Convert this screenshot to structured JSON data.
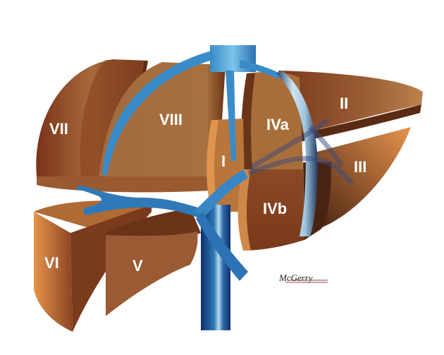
{
  "diagram": {
    "subject": "Liver segments (Couinaud classification) with hepatic and portal veins",
    "segments": [
      {
        "id": "I",
        "label": "I"
      },
      {
        "id": "II",
        "label": "II"
      },
      {
        "id": "III",
        "label": "III"
      },
      {
        "id": "IVa",
        "label": "IVa"
      },
      {
        "id": "IVb",
        "label": "IVb"
      },
      {
        "id": "V",
        "label": "V"
      },
      {
        "id": "VI",
        "label": "VI"
      },
      {
        "id": "VII",
        "label": "VII"
      },
      {
        "id": "VIII",
        "label": "VIII"
      }
    ],
    "signature": "McGerry",
    "colors": {
      "background": "#ffffff",
      "liver_light": "#e8934c",
      "liver_mid": "#a5683a",
      "liver_dark": "#5a2410",
      "vein_light": "#6fb4e0",
      "vein_mid": "#2f79b8",
      "vein_dark": "#0e2f6a",
      "ligament_light": "#cfe6f2",
      "signature_red": "#c0392b"
    }
  }
}
